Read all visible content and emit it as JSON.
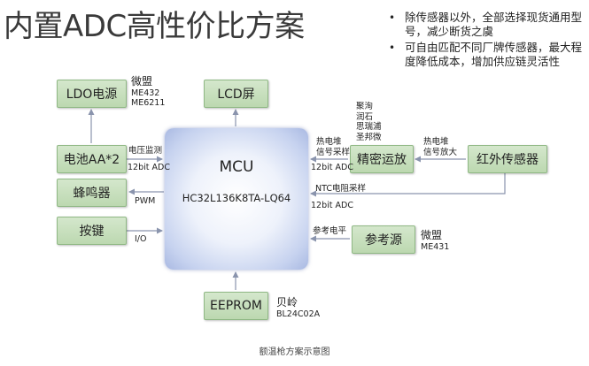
{
  "title": "内置ADC高性价比方案",
  "bullets": [
    "除传感器以外，全部选择现货通用型号，减少断货之虞",
    "可自由匹配不同厂牌传感器，最大程度降低成本，增加供应链灵活性"
  ],
  "mcu": {
    "title": "MCU",
    "part": "HC32L136K8TA-LQ64"
  },
  "blocks": {
    "ldo": "LDO电源",
    "lcd": "LCD屏",
    "battery": "电池AA*2",
    "buzzer": "蜂鸣器",
    "keys": "按键",
    "amp": "精密运放",
    "ir_sensor": "红外传感器",
    "vref": "参考源",
    "eeprom": "EEPROM"
  },
  "vendors": {
    "ldo": {
      "name": "微盟",
      "models": [
        "ME432",
        "ME6211"
      ]
    },
    "amp": [
      "聚洵",
      "润石",
      "思瑞浦",
      "圣邦微"
    ],
    "vref": {
      "name": "微盟",
      "model": "ME431"
    },
    "eeprom": {
      "name": "贝岭",
      "model": "BL24C02A"
    }
  },
  "signals": {
    "voltage_monitor": "电压监测",
    "adc_12bit_battery": "12bit ADC",
    "pwm": "PWM",
    "io": "I/O",
    "thermopile_sample": "热电堆",
    "thermopile_sample_2": "信号采样",
    "adc_12bit_amp": "12bit ADC",
    "thermopile_amp": "热电堆",
    "thermopile_amp_2": "信号放大",
    "ntc_sample": "NTC电阻采样",
    "adc_12bit_ntc": "12bit ADC",
    "ref_level": "参考电平"
  },
  "caption": "额温枪方案示意图",
  "colors": {
    "block_fill": "#c8e0bf",
    "block_border": "#8fb884",
    "mcu_edge": "#a9b9e2",
    "arrow": "#8a94ad"
  }
}
